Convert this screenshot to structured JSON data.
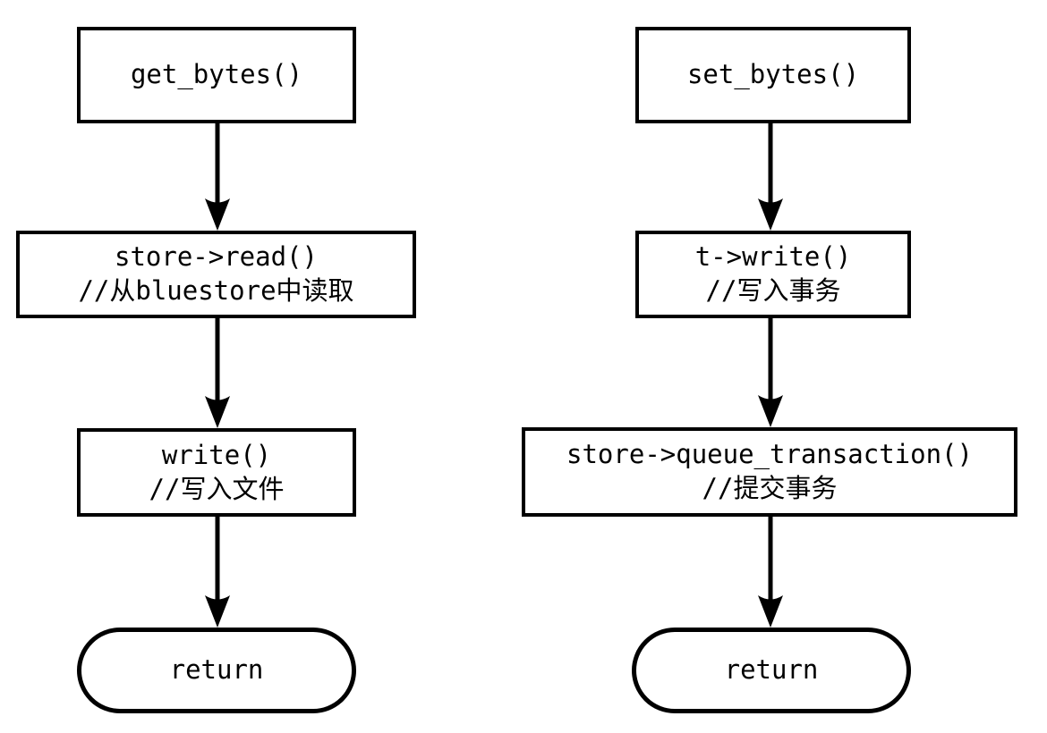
{
  "diagram": {
    "title": "get_bytes / set_bytes flowchart",
    "background_color": "#ffffff",
    "stroke_color": "#000000",
    "text_color": "#000000",
    "columns": [
      {
        "name": "get_bytes-flow",
        "nodes": [
          {
            "id": "get-bytes",
            "shape": "process",
            "lines": [
              "get_bytes()"
            ]
          },
          {
            "id": "store-read",
            "shape": "process",
            "lines": [
              "store->read()",
              "//从bluestore中读取"
            ]
          },
          {
            "id": "write",
            "shape": "process",
            "lines": [
              "write()",
              "//写入文件"
            ]
          },
          {
            "id": "return-left",
            "shape": "terminator",
            "lines": [
              "return"
            ]
          }
        ],
        "edges": [
          {
            "from": "get-bytes",
            "to": "store-read",
            "arrow": "down"
          },
          {
            "from": "store-read",
            "to": "write",
            "arrow": "down"
          },
          {
            "from": "write",
            "to": "return-left",
            "arrow": "down"
          }
        ]
      },
      {
        "name": "set_bytes-flow",
        "nodes": [
          {
            "id": "set-bytes",
            "shape": "process",
            "lines": [
              "set_bytes()"
            ]
          },
          {
            "id": "t-write",
            "shape": "process",
            "lines": [
              "t->write()",
              "//写入事务"
            ]
          },
          {
            "id": "queue-trans",
            "shape": "process",
            "lines": [
              "store->queue_transaction()",
              "//提交事务"
            ]
          },
          {
            "id": "return-right",
            "shape": "terminator",
            "lines": [
              "return"
            ]
          }
        ],
        "edges": [
          {
            "from": "set-bytes",
            "to": "t-write",
            "arrow": "down"
          },
          {
            "from": "t-write",
            "to": "queue-trans",
            "arrow": "down"
          },
          {
            "from": "queue-trans",
            "to": "return-right",
            "arrow": "down"
          }
        ]
      }
    ]
  }
}
